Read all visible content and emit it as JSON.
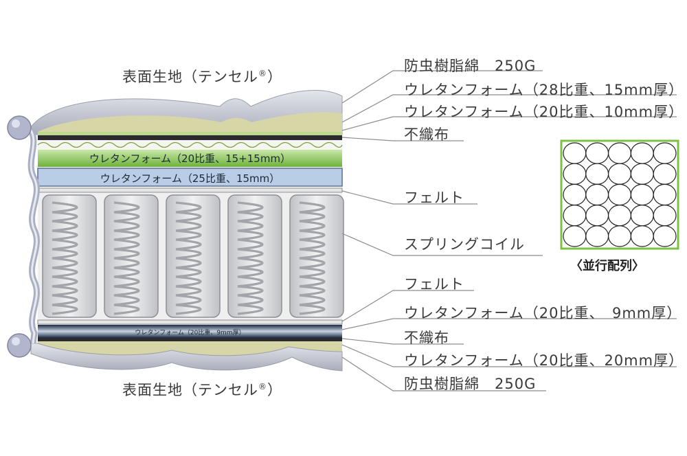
{
  "surface_fabric": {
    "top": {
      "text": "表面生地（テンセル",
      "mark": "®",
      "close": "）"
    },
    "bottom": {
      "text": "表面生地（テンセル",
      "mark": "®",
      "close": "）"
    }
  },
  "layer_inlays": {
    "green_foam": "ウレタンフォーム（20比重、15+15mm）",
    "blue_foam": "ウレタンフォーム（25比重、15mm）",
    "bottom_foam": "ウレタンフォーム（20比重、9mm厚）"
  },
  "callouts": [
    "防虫樹脂綿　250G",
    "ウレタンフォーム（28比重、15mm厚）",
    "ウレタンフォーム（20比重、10mm厚）",
    "不織布",
    "フェルト",
    "スプリングコイル",
    "フェルト",
    "ウレタンフォーム（20比重、　9mm厚）",
    "不織布",
    "ウレタンフォーム（20比重、20mm厚）",
    "防虫樹脂綿　250G"
  ],
  "coil_arrangement": {
    "caption": "〈並行配列〉",
    "rows": 5,
    "cols": 5,
    "frame_color": "#7cc242"
  },
  "colors": {
    "fabric": "#b8bcc8",
    "beige_wadding": "#d8d7a8",
    "green_foam": "#8cc65a",
    "blue_foam": "#b6cce6",
    "dark_band": "#2a2a30",
    "pocket": "#d7d8da",
    "spring": "#9fa2a6",
    "leader_line": "#888888"
  }
}
